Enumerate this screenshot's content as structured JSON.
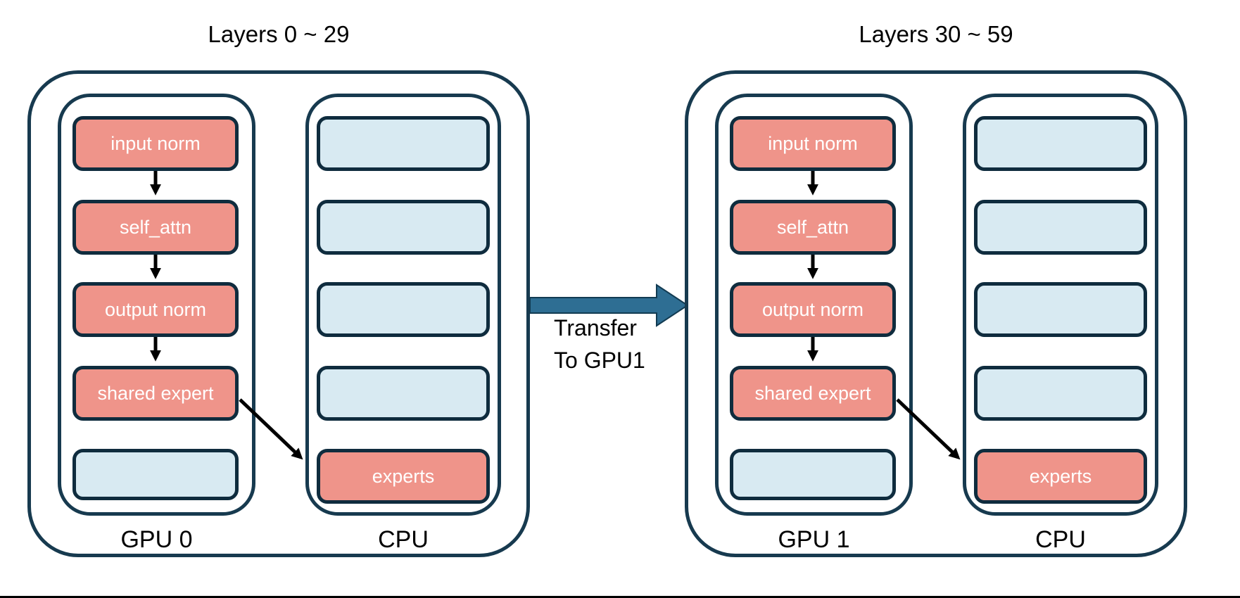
{
  "diagram": {
    "groups": [
      {
        "title": "Layers 0 ~ 29",
        "gpu": {
          "label": "GPU 0",
          "boxes": [
            {
              "label": "input norm"
            },
            {
              "label": "self_attn"
            },
            {
              "label": "output norm"
            },
            {
              "label": "shared expert"
            },
            {
              "label": ""
            }
          ]
        },
        "cpu": {
          "label": "CPU",
          "boxes": [
            {
              "label": ""
            },
            {
              "label": ""
            },
            {
              "label": ""
            },
            {
              "label": ""
            },
            {
              "label": "experts"
            }
          ]
        }
      },
      {
        "title": "Layers 30 ~ 59",
        "gpu": {
          "label": "GPU 1",
          "boxes": [
            {
              "label": "input norm"
            },
            {
              "label": "self_attn"
            },
            {
              "label": "output norm"
            },
            {
              "label": "shared expert"
            },
            {
              "label": ""
            }
          ]
        },
        "cpu": {
          "label": "CPU",
          "boxes": [
            {
              "label": ""
            },
            {
              "label": ""
            },
            {
              "label": ""
            },
            {
              "label": ""
            },
            {
              "label": "experts"
            }
          ]
        }
      }
    ],
    "transfer": {
      "line1": "Transfer",
      "line2": "To GPU1"
    },
    "colors": {
      "container_border": "#173A4F",
      "box_border": "#0F2C3E",
      "active_box_fill": "#EF948A",
      "inactive_box_fill": "#D8EAF2",
      "transfer_arrow_fill": "#2E6E93",
      "transfer_arrow_stroke": "#123B52",
      "flow_arrow": "#000000",
      "box_text": "#FFFFFF",
      "label_text": "#000000"
    }
  }
}
